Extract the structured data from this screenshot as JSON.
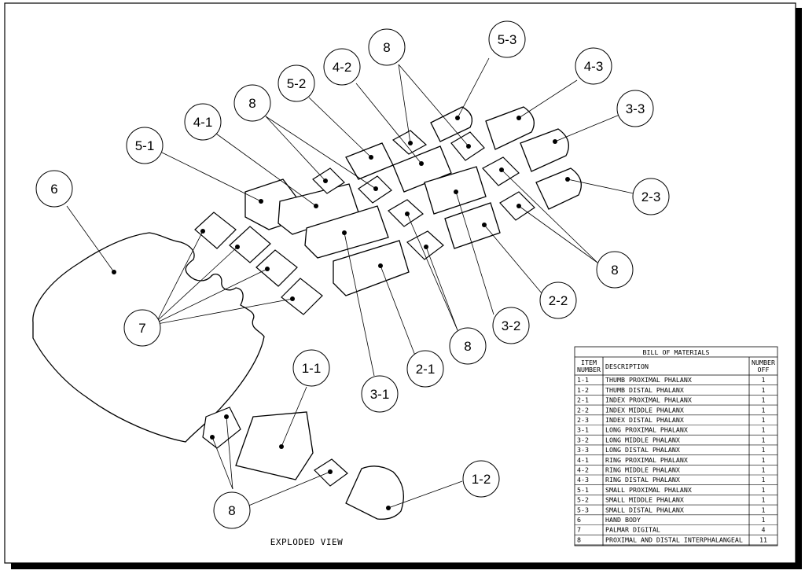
{
  "drawing": {
    "caption": "EXPLODED VIEW",
    "balloons": [
      {
        "id": "b-6",
        "label": "6"
      },
      {
        "id": "b-5-1",
        "label": "5-1"
      },
      {
        "id": "b-4-1",
        "label": "4-1"
      },
      {
        "id": "b-8a",
        "label": "8"
      },
      {
        "id": "b-5-2",
        "label": "5-2"
      },
      {
        "id": "b-4-2",
        "label": "4-2"
      },
      {
        "id": "b-8b",
        "label": "8"
      },
      {
        "id": "b-5-3",
        "label": "5-3"
      },
      {
        "id": "b-4-3",
        "label": "4-3"
      },
      {
        "id": "b-3-3",
        "label": "3-3"
      },
      {
        "id": "b-2-3",
        "label": "2-3"
      },
      {
        "id": "b-8c",
        "label": "8"
      },
      {
        "id": "b-2-2",
        "label": "2-2"
      },
      {
        "id": "b-3-2",
        "label": "3-2"
      },
      {
        "id": "b-8d",
        "label": "8"
      },
      {
        "id": "b-2-1",
        "label": "2-1"
      },
      {
        "id": "b-3-1",
        "label": "3-1"
      },
      {
        "id": "b-7",
        "label": "7"
      },
      {
        "id": "b-1-1",
        "label": "1-1"
      },
      {
        "id": "b-1-2",
        "label": "1-2"
      },
      {
        "id": "b-8e",
        "label": "8"
      }
    ]
  },
  "bom": {
    "title": "BILL OF MATERIALS",
    "headers": {
      "item_line1": "ITEM",
      "item_line2": "NUMBER",
      "description": "DESCRIPTION",
      "qty_line1": "NUMBER",
      "qty_line2": "OFF"
    },
    "rows": [
      {
        "item": "1-1",
        "description": "THUMB PROXIMAL PHALANX",
        "qty": "1"
      },
      {
        "item": "1-2",
        "description": "THUMB DISTAL PHALANX",
        "qty": "1"
      },
      {
        "item": "2-1",
        "description": "INDEX PROXIMAL PHALANX",
        "qty": "1"
      },
      {
        "item": "2-2",
        "description": "INDEX MIDDLE PHALANX",
        "qty": "1"
      },
      {
        "item": "2-3",
        "description": "INDEX DISTAL PHALANX",
        "qty": "1"
      },
      {
        "item": "3-1",
        "description": "LONG PROXIMAL PHALANX",
        "qty": "1"
      },
      {
        "item": "3-2",
        "description": "LONG MIDDLE PHALANX",
        "qty": "1"
      },
      {
        "item": "3-3",
        "description": "LONG DISTAL PHALANX",
        "qty": "1"
      },
      {
        "item": "4-1",
        "description": "RING PROXIMAL PHALANX",
        "qty": "1"
      },
      {
        "item": "4-2",
        "description": "RING MIDDLE PHALANX",
        "qty": "1"
      },
      {
        "item": "4-3",
        "description": "RING DISTAL PHALANX",
        "qty": "1"
      },
      {
        "item": "5-1",
        "description": "SMALL PROXIMAL PHALANX",
        "qty": "1"
      },
      {
        "item": "5-2",
        "description": "SMALL MIDDLE PHALANX",
        "qty": "1"
      },
      {
        "item": "5-3",
        "description": "SMALL DISTAL PHALANX",
        "qty": "1"
      },
      {
        "item": "6",
        "description": "HAND BODY",
        "qty": "1"
      },
      {
        "item": "7",
        "description": "PALMAR DIGITAL",
        "qty": "4"
      },
      {
        "item": "8",
        "description": "PROXIMAL AND DISTAL INTERPHALANGEAL",
        "qty": "11"
      }
    ]
  }
}
